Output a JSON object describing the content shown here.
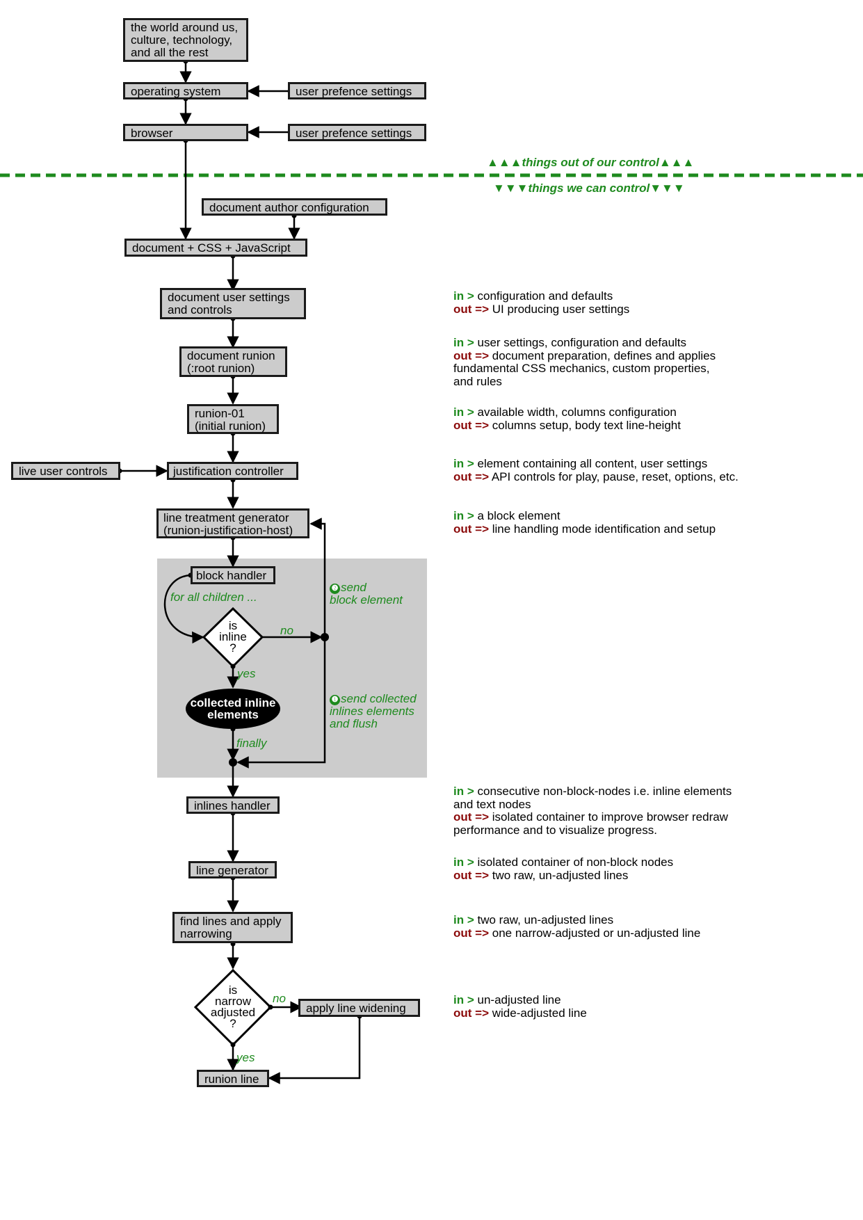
{
  "external": {
    "world": "the world around us,\nculture, technology,\nand all the rest",
    "os": "operating system",
    "browser": "browser",
    "user_pref_os": "user prefence settings",
    "user_pref_browser": "user prefence settings"
  },
  "control_divider": {
    "above_label": "▲▲▲things out of our control▲▲▲",
    "below_label": "▼▼▼things we can control▼▼▼",
    "color": "#1e8a1e"
  },
  "flow": {
    "author_config": "document author configuration",
    "document": "document + CSS + JavaScript",
    "user_settings": "document user settings\nand controls",
    "doc_runion": "document runion\n(:root runion)",
    "runion01": "runion-01\n(initial runion)",
    "live_controls": "live user controls",
    "justification": "justification controller",
    "line_treatment": "line treatment generator\n(runion-justification-host)",
    "block_handler": "block handler",
    "is_inline": "is\ninline\n?",
    "collected": "collected inline\nelements",
    "inlines_handler": "inlines handler",
    "line_generator": "line generator",
    "find_lines": "find lines and apply\nnarrowing",
    "is_narrow": "is\nnarrow\nadjusted\n?",
    "widening": "apply line widening",
    "runion_line": "runion line"
  },
  "edge_labels": {
    "for_all_children": "for all children ...",
    "no_inline": "no",
    "yes_inline": "yes",
    "finally": "finally",
    "send_block_num": "❷",
    "send_block": "send\nblock element",
    "send_collected_num": "❶",
    "send_collected": "send collected\ninlines elements\nand flush",
    "no_narrow": "no",
    "yes_narrow": "yes"
  },
  "io_labels": {
    "in": "in >",
    "out": "out =>"
  },
  "notes": {
    "user_settings": {
      "in": "configuration and defaults",
      "out": "UI producing user settings"
    },
    "doc_runion": {
      "in": "user settings, configuration and defaults",
      "out": "document preparation, defines and applies\nfundamental CSS mechanics, custom properties,\nand rules"
    },
    "runion01": {
      "in": "available width, columns configuration",
      "out": "columns setup, body text line-height"
    },
    "justification": {
      "in": "element containing all content, user settings",
      "out": "API controls for play, pause, reset, options, etc."
    },
    "line_treatment": {
      "in": "a block element",
      "out": "line handling mode identification and setup"
    },
    "inlines_handler": {
      "in": "consecutive non-block-nodes i.e. inline elements\nand text nodes",
      "out": "isolated container to improve browser redraw\nperformance and to visualize progress."
    },
    "line_generator": {
      "in": "isolated container of non-block nodes",
      "out": "two raw, un-adjusted lines"
    },
    "find_lines": {
      "in": "two raw, un-adjusted lines",
      "out": "one narrow-adjusted or un-adjusted line"
    },
    "widening": {
      "in": "un-adjusted line",
      "out": "wide-adjusted line"
    }
  },
  "colors": {
    "box_fill": "#cccccc",
    "box_border": "#1a1a1a",
    "green": "#1e8a1e",
    "dark_red": "#8b0a0a",
    "loop_background": "#cccccc"
  }
}
